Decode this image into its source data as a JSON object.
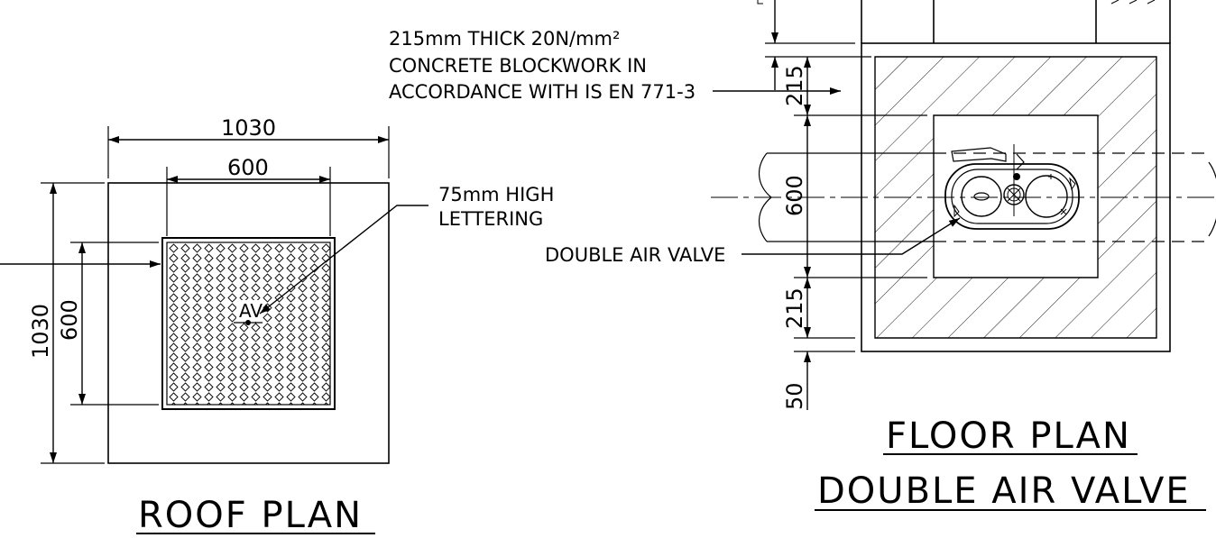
{
  "roof_plan": {
    "title": "ROOF PLAN",
    "dim_outer_h": "1030",
    "dim_inner_h": "600",
    "dim_outer_v": "1030",
    "dim_inner_v": "600",
    "cover_marking": "AV",
    "note_lettering_line1": "75mm HIGH",
    "note_lettering_line2": "LETTERING"
  },
  "floor_plan": {
    "title_line1": "FLOOR PLAN",
    "title_line2": "DOUBLE AIR VALVE",
    "dim_wall_top": "215",
    "dim_opening": "600",
    "dim_wall_bottom": "215",
    "dim_base": "50",
    "note_blockwork_line1": "215mm THICK 20N/mm²",
    "note_blockwork_line2": "CONCRETE BLOCKWORK IN",
    "note_blockwork_line3": "ACCORDANCE WITH IS EN 771-3",
    "note_valve": "DOUBLE AIR VALVE"
  },
  "colors": {
    "line": "#000000",
    "background": "#ffffff"
  }
}
